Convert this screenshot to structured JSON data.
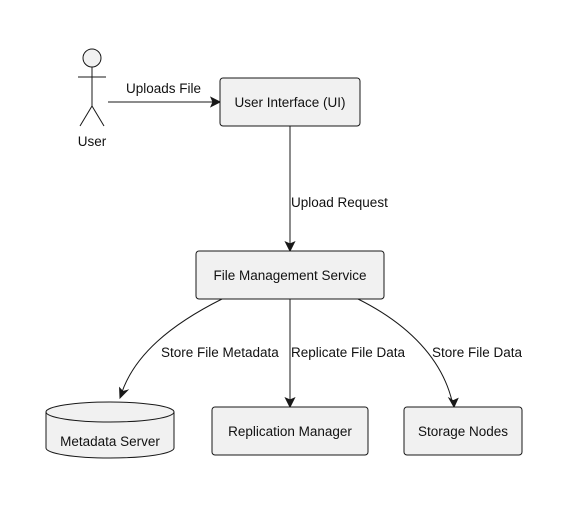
{
  "diagram": {
    "actor": {
      "label": "User"
    },
    "nodes": {
      "ui": "User Interface (UI)",
      "fms": "File Management Service",
      "metadata": "Metadata Server",
      "replication": "Replication Manager",
      "storage": "Storage Nodes"
    },
    "edges": {
      "uploads_file": "Uploads File",
      "upload_request": "Upload Request",
      "store_metadata": "Store File Metadata",
      "replicate_data": "Replicate File Data",
      "store_data": "Store File Data"
    }
  }
}
